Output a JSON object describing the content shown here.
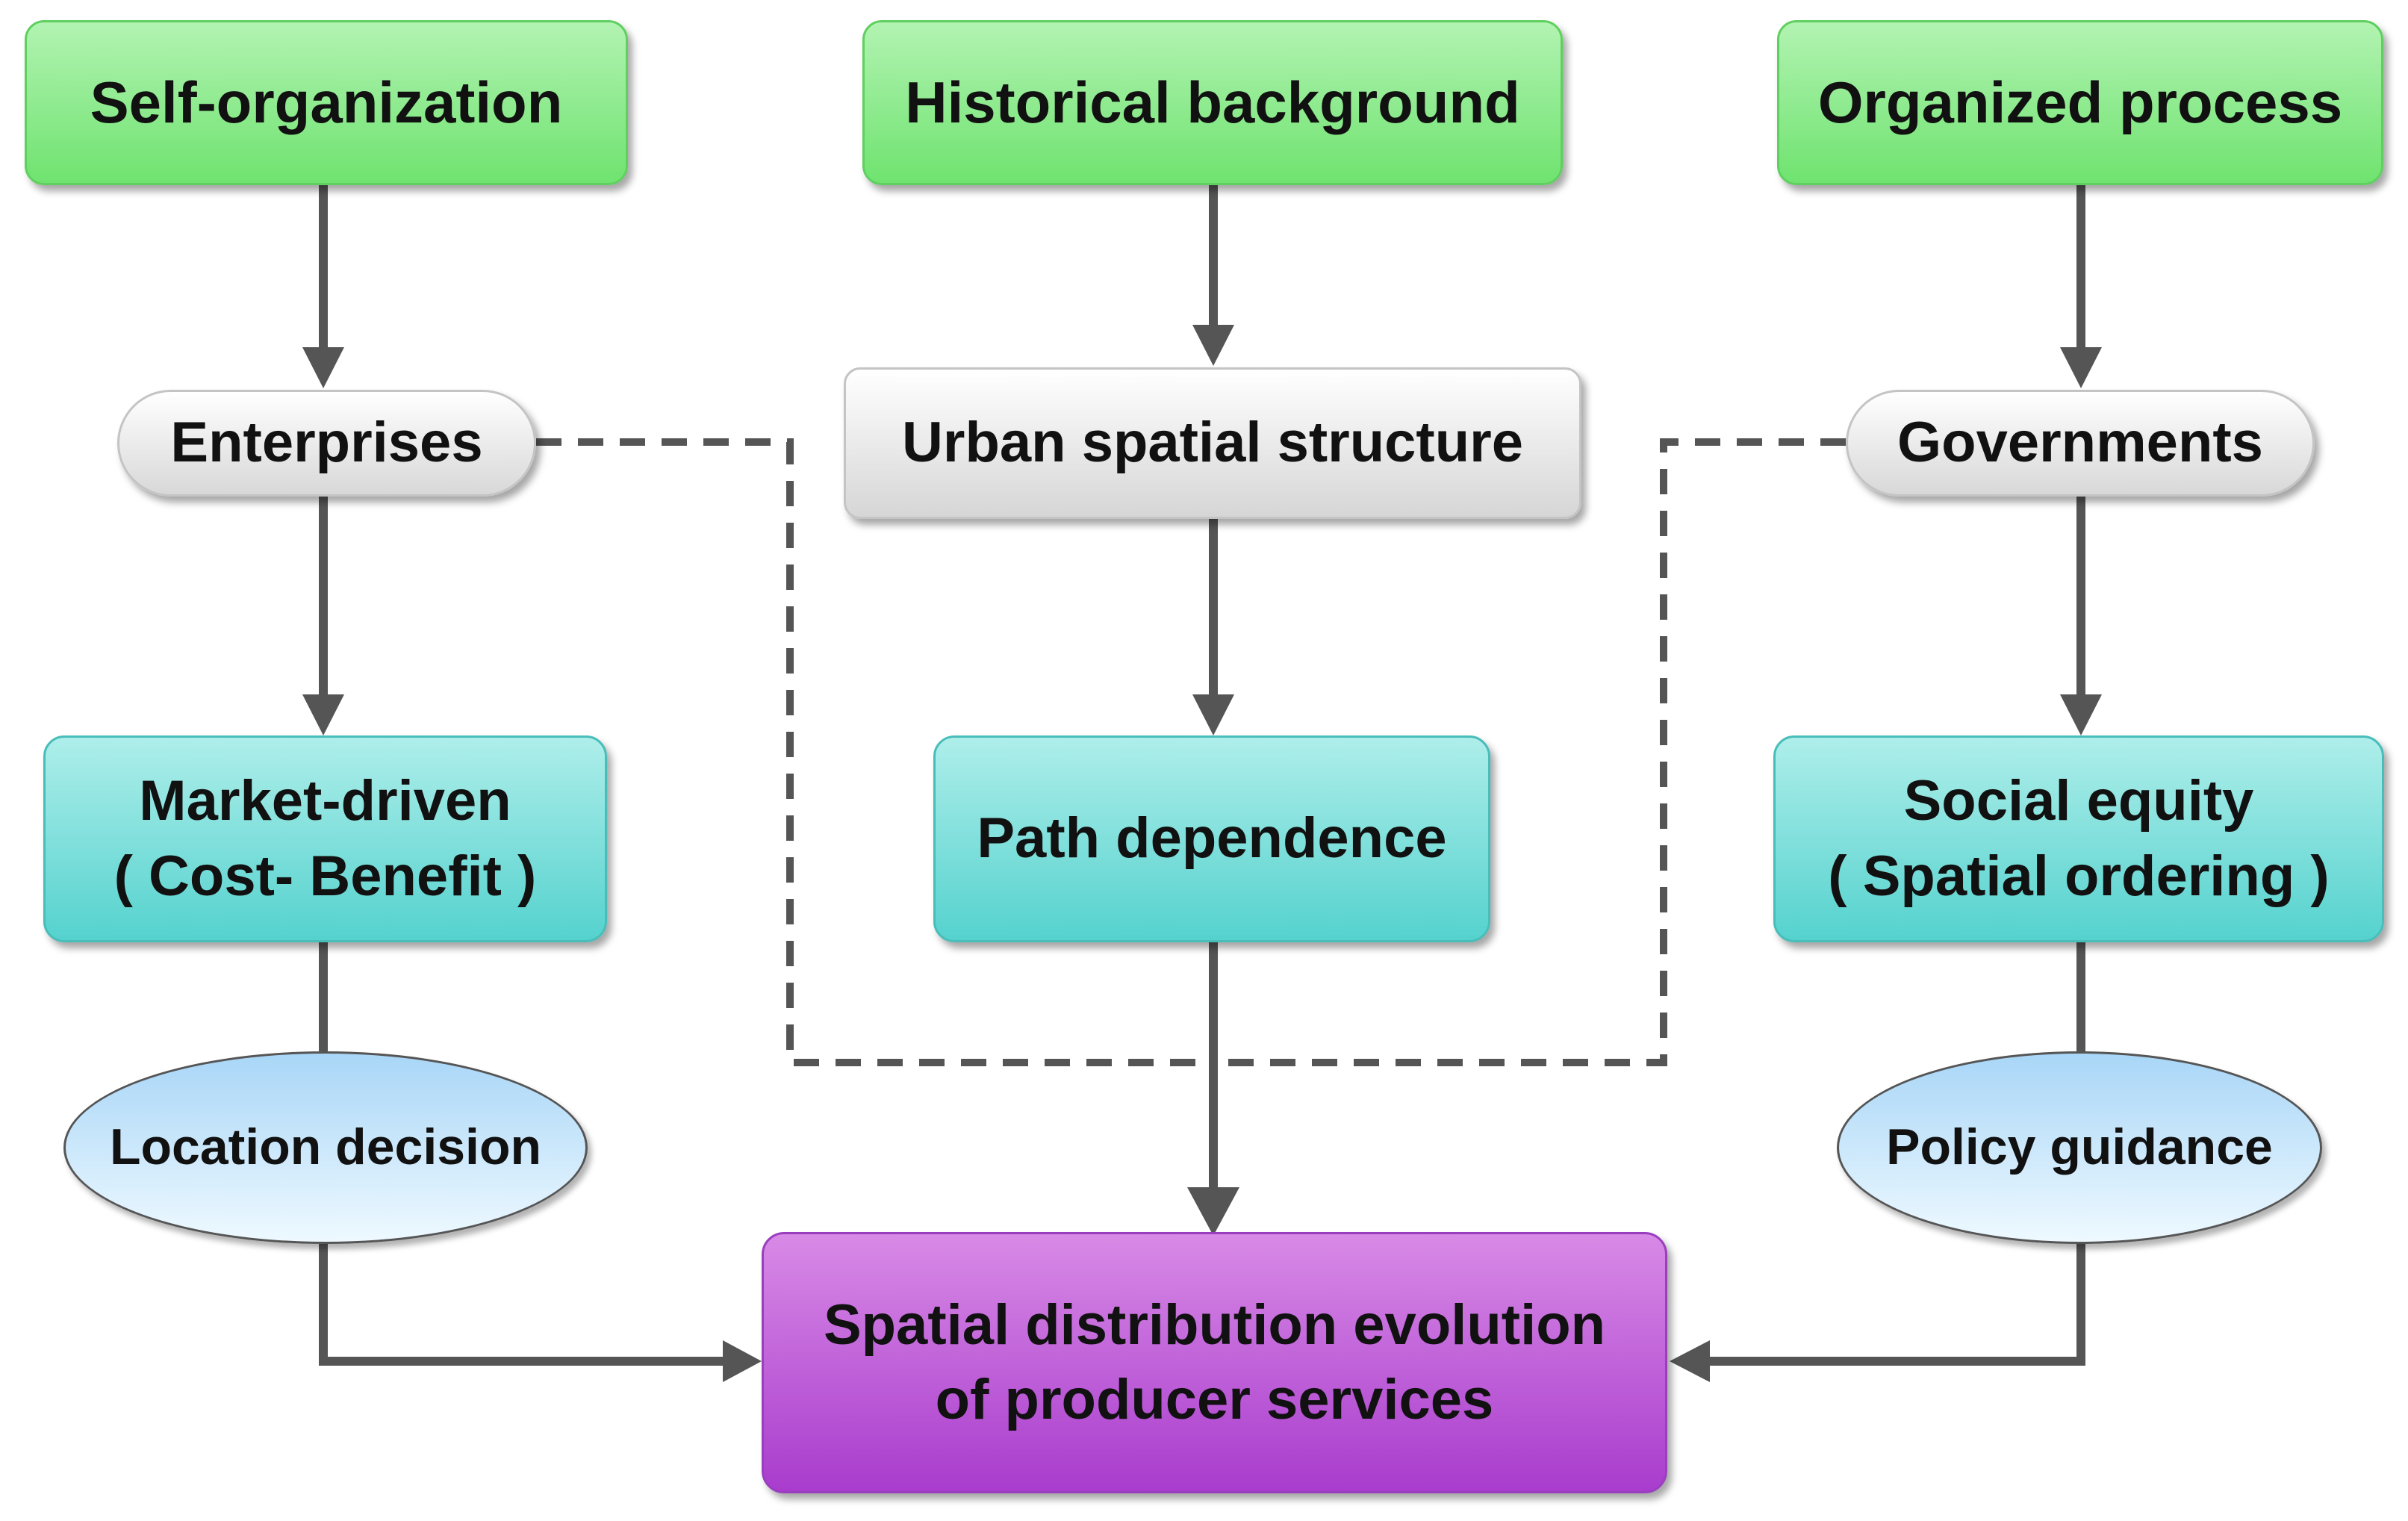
{
  "top_row": {
    "self_organization": "Self-organization",
    "historical_background": "Historical background",
    "organized_process": "Organized process"
  },
  "actors": {
    "enterprises": "Enterprises",
    "urban_spatial_structure": "Urban spatial structure",
    "governments": "Governments"
  },
  "mechanisms": {
    "market_driven_line1": "Market-driven",
    "market_driven_line2": "( Cost- Benefit )",
    "path_dependence": "Path dependence",
    "social_equity_line1": "Social equity",
    "social_equity_line2": "( Spatial ordering )"
  },
  "outcomes": {
    "location_decision": "Location decision",
    "policy_guidance": "Policy guidance"
  },
  "result": {
    "line1": "Spatial distribution evolution",
    "line2": "of producer services"
  },
  "colors": {
    "arrow": "#555555",
    "green_box": "#7fe77f",
    "teal_box": "#5fd5d0",
    "purple_box": "#b54fd4",
    "ellipse": "#c8e8fb"
  }
}
